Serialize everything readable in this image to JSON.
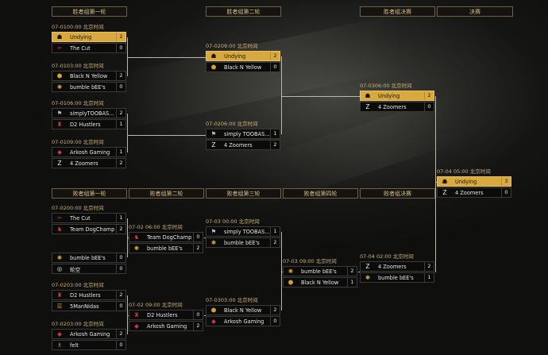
{
  "headers": {
    "wb_r1": "胜者组第一轮",
    "wb_r2": "胜者组第二轮",
    "wb_final": "胜者组决赛",
    "grand_final": "决赛",
    "lb_r1": "败者组第一轮",
    "lb_r2": "败者组第二轮",
    "lb_r3": "败者组第三轮",
    "lb_r4": "败者组第四轮",
    "lb_final": "败者组决赛"
  },
  "matches": {
    "w1": {
      "time": "07-0100:00 北京时间",
      "t1": {
        "name": "Undying",
        "score": "2",
        "icon": "undying-icon",
        "win": true
      },
      "t2": {
        "name": "The Cut",
        "score": "0",
        "icon": "the-cut-icon"
      }
    },
    "w2": {
      "time": "07-0103:00 北京时间",
      "t1": {
        "name": "Black N Yellow",
        "score": "2",
        "icon": "black-n-yellow-icon"
      },
      "t2": {
        "name": "bumble bEE's",
        "score": "0",
        "icon": "bumble-bees-icon"
      }
    },
    "w3": {
      "time": "07-0106:00 北京时间",
      "t1": {
        "name": "simplyTOOBAS...",
        "score": "2",
        "icon": "simply-toobasic-icon"
      },
      "t2": {
        "name": "D2 Hustlers",
        "score": "1",
        "icon": "d2-hustlers-icon"
      }
    },
    "w4": {
      "time": "07-0109:00 北京时间",
      "t1": {
        "name": "Arkosh Gaming",
        "score": "1",
        "icon": "arkosh-gaming-icon"
      },
      "t2": {
        "name": "4 Zoomers",
        "score": "2",
        "icon": "4-zoomers-icon"
      }
    },
    "w5": {
      "time": "07-0209:00 北京时间",
      "t1": {
        "name": "Undying",
        "score": "2",
        "icon": "undying-icon",
        "win": true
      },
      "t2": {
        "name": "Black N Yellow",
        "score": "0",
        "icon": "black-n-yellow-icon"
      }
    },
    "w6": {
      "time": "07-0206:00 北京时间",
      "t1": {
        "name": "simply TOOBAS...",
        "score": "1",
        "icon": "simply-toobasic-icon"
      },
      "t2": {
        "name": "4 Zoomers",
        "score": "2",
        "icon": "4-zoomers-icon"
      }
    },
    "w7": {
      "time": "07-0306:00 北京时间",
      "t1": {
        "name": "Undying",
        "score": "2",
        "icon": "undying-icon",
        "win": true
      },
      "t2": {
        "name": "4 Zoomers",
        "score": "0",
        "icon": "4-zoomers-icon"
      }
    },
    "gf": {
      "time": "07-04 05:00 北京时间",
      "t1": {
        "name": "Undying",
        "score": "3",
        "icon": "undying-icon",
        "win": true
      },
      "t2": {
        "name": "4 Zoomers",
        "score": "0",
        "icon": "4-zoomers-icon"
      }
    },
    "l1": {
      "time": "07-0200:00 北京时间",
      "t1": {
        "name": "The Cut",
        "score": "1",
        "icon": "the-cut-icon"
      },
      "t2": {
        "name": "Team DogChamp",
        "score": "2",
        "icon": "team-dogchamp-icon"
      }
    },
    "l2": {
      "time": "",
      "t1": {
        "name": "bumble bEE's",
        "score": "0",
        "icon": "bumble-bees-icon"
      },
      "t2": {
        "name": "轮空",
        "score": "0",
        "icon": "bye-icon"
      }
    },
    "l3": {
      "time": "07-0203:00 北京时间",
      "t1": {
        "name": "D2 Hustlers",
        "score": "2",
        "icon": "d2-hustlers-icon"
      },
      "t2": {
        "name": "5ManNidas",
        "score": "0",
        "icon": "5mannidas-icon"
      }
    },
    "l4": {
      "time": "07-0203:00 北京时间",
      "t1": {
        "name": "Arkosh Gaming",
        "score": "2",
        "icon": "arkosh-gaming-icon"
      },
      "t2": {
        "name": "felt",
        "score": "0",
        "icon": "felt-icon"
      }
    },
    "l5": {
      "time": "07-02 06:00 北京时间",
      "t1": {
        "name": "Team DogChamp",
        "score": "0",
        "icon": "team-dogchamp-icon"
      },
      "t2": {
        "name": "bumble bEE's",
        "score": "2",
        "icon": "bumble-bees-icon"
      }
    },
    "l6": {
      "time": "07-02 09:00 北京时间",
      "t1": {
        "name": "D2 Hustlers",
        "score": "0",
        "icon": "d2-hustlers-icon"
      },
      "t2": {
        "name": "Arkosh Gaming",
        "score": "2",
        "icon": "arkosh-gaming-icon"
      }
    },
    "l7": {
      "time": "07-03 00:00 北京时间",
      "t1": {
        "name": "simply TOOBAS...",
        "score": "1",
        "icon": "simply-toobasic-icon"
      },
      "t2": {
        "name": "bumble bEE's",
        "score": "2",
        "icon": "bumble-bees-icon"
      }
    },
    "l8": {
      "time": "07-0303:00 北京时间",
      "t1": {
        "name": "Black N Yellow",
        "score": "2",
        "icon": "black-n-yellow-icon"
      },
      "t2": {
        "name": "Arkosh Gaming",
        "score": "0",
        "icon": "arkosh-gaming-icon"
      }
    },
    "l9": {
      "time": "07-03 09:00 北京时间",
      "t1": {
        "name": "bumble bEE's",
        "score": "2",
        "icon": "bumble-bees-icon"
      },
      "t2": {
        "name": "Black N Yellow",
        "score": "1",
        "icon": "black-n-yellow-icon"
      }
    },
    "l10": {
      "time": "07-04 02:00 北京时间",
      "t1": {
        "name": "4 Zoomers",
        "score": "2",
        "icon": "4-zoomers-icon"
      },
      "t2": {
        "name": "bumble bEE's",
        "score": "1",
        "icon": "bumble-bees-icon"
      }
    }
  }
}
